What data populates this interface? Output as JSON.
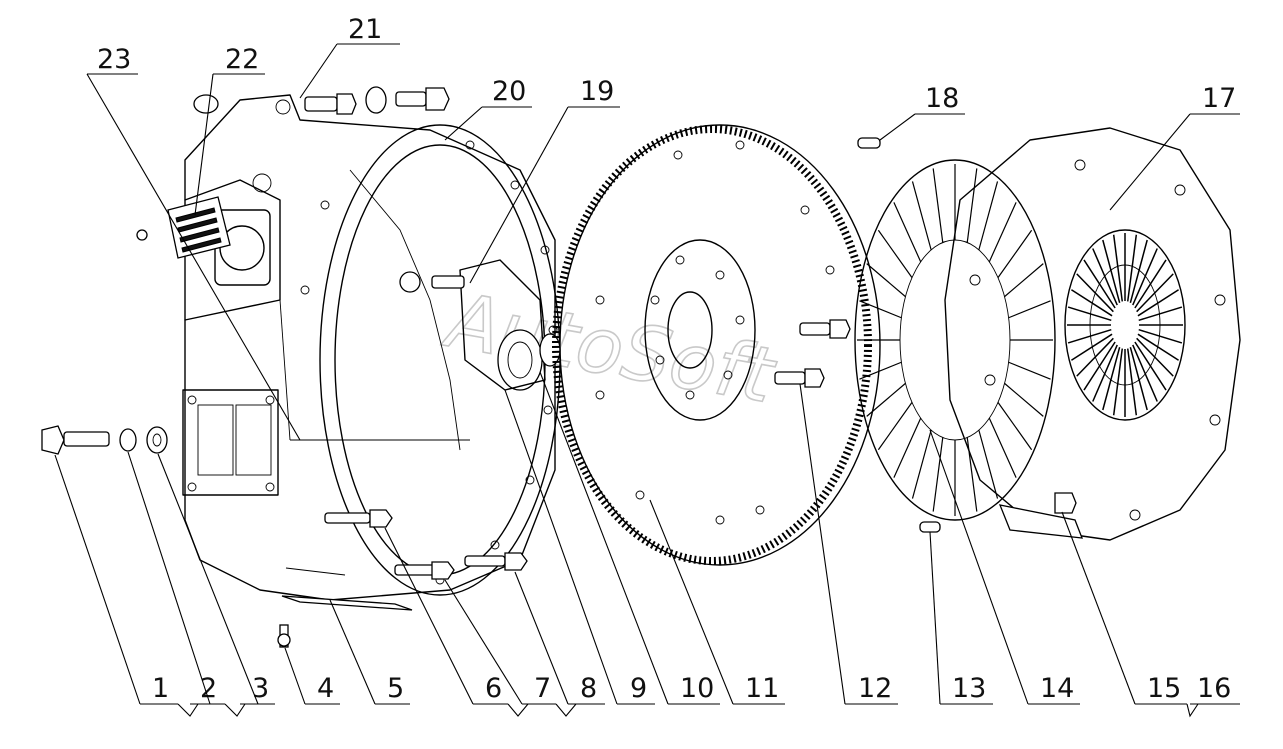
{
  "callouts": {
    "c1": "1",
    "c2": "2",
    "c3": "3",
    "c4": "4",
    "c5": "5",
    "c6": "6",
    "c7": "7",
    "c8": "8",
    "c9": "9",
    "c10": "10",
    "c11": "11",
    "c12": "12",
    "c13": "13",
    "c14": "14",
    "c15": "15",
    "c16": "16",
    "c17": "17",
    "c18": "18",
    "c19": "19",
    "c20": "20",
    "c21": "21",
    "c22": "22",
    "c23": "23"
  },
  "watermark": "AutoSoft"
}
